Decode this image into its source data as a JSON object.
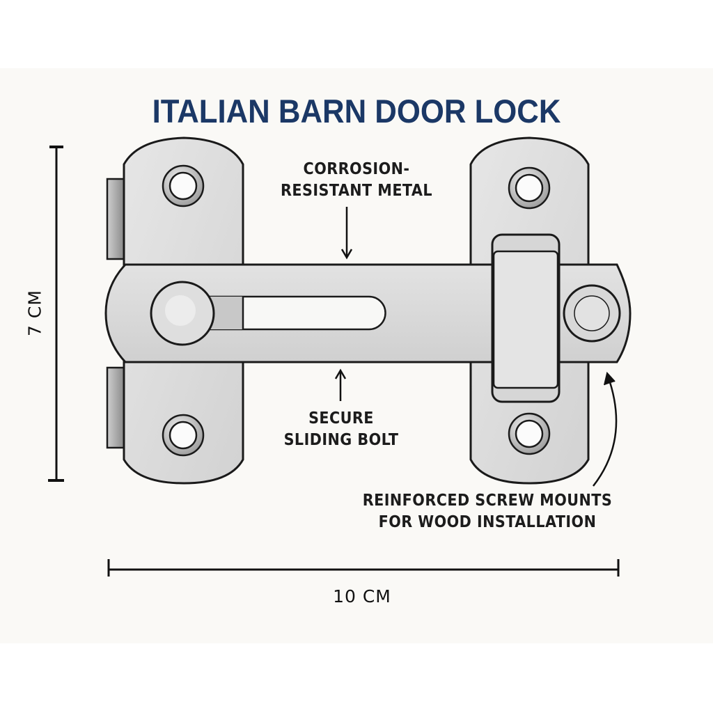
{
  "title": "ITALIAN BARN DOOR LOCK",
  "callouts": {
    "metal": [
      "CORROSION-",
      "RESISTANT METAL"
    ],
    "bolt": [
      "SECURE",
      "SLIDING BOLT"
    ],
    "mounts": [
      "REINFORCED SCREW MOUNTS",
      "FOR WOOD INSTALLATION"
    ]
  },
  "dimensions": {
    "width": "10 CM",
    "height": "7 CM"
  },
  "colors": {
    "title": "#1b3866",
    "metal_fill": "#dcdcdc",
    "outline": "#1a1a1a",
    "background": "#faf9f6"
  }
}
